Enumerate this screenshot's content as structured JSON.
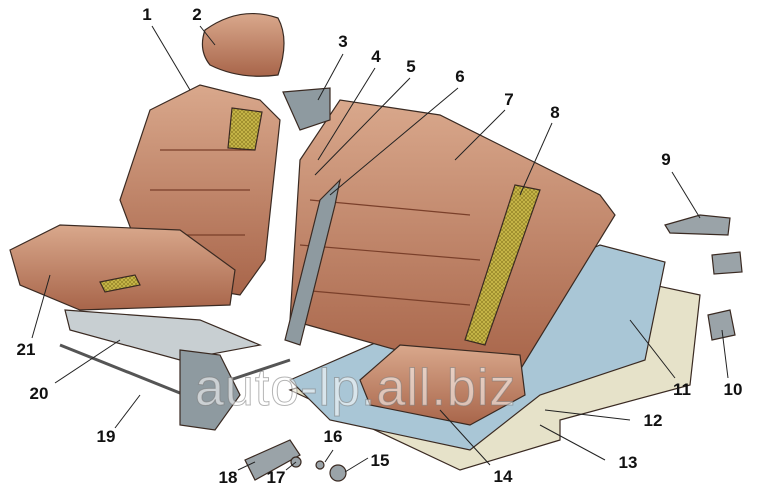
{
  "diagram": {
    "callouts": [
      "1",
      "2",
      "3",
      "4",
      "5",
      "6",
      "7",
      "8",
      "9",
      "10",
      "11",
      "12",
      "13",
      "14",
      "15",
      "16",
      "17",
      "18",
      "19",
      "20",
      "21"
    ],
    "watermark": "auto-lp.all.biz",
    "colors": {
      "upholstery": "#b8765a",
      "upholstery_light": "#d9a88c",
      "mesh": "#c9b84a",
      "floor_blue": "#a9c6d6",
      "floor_beige": "#e6e2c9",
      "metal": "#8e9aa0",
      "outline": "#3a2a22"
    }
  }
}
